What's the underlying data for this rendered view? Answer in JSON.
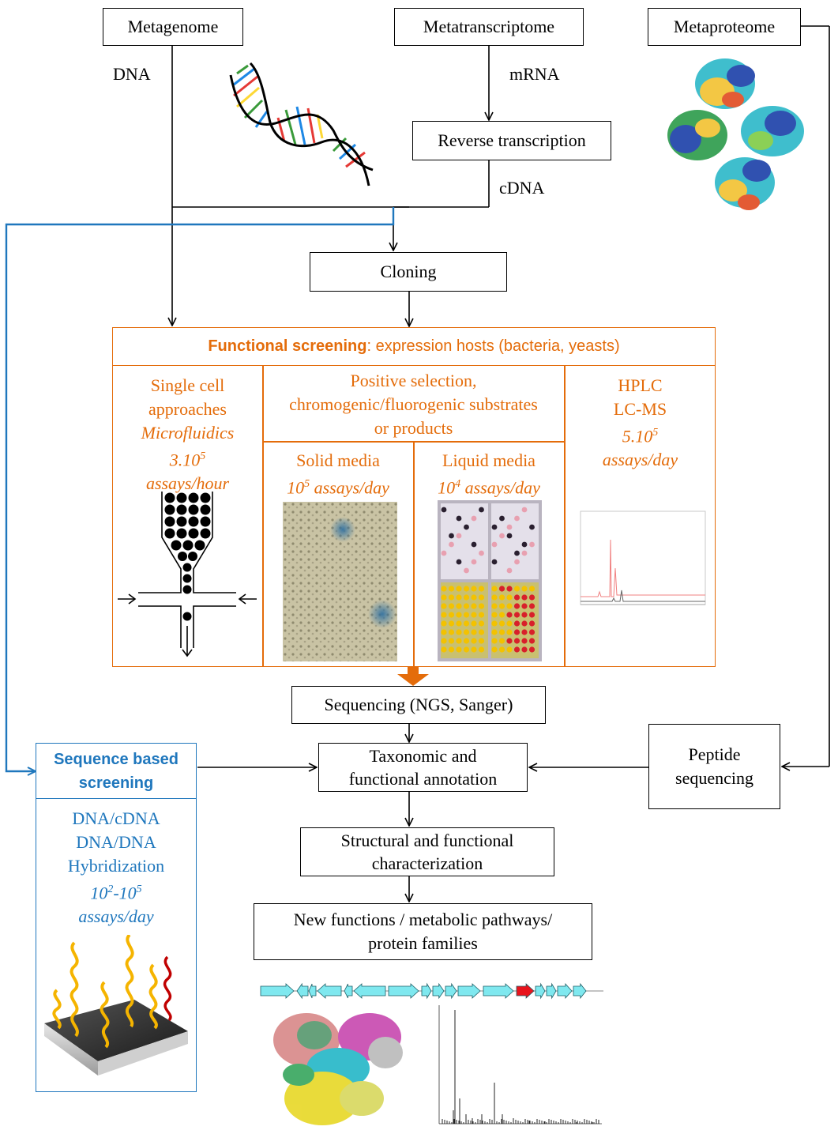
{
  "nodes": {
    "metagenome": "Metagenome",
    "metatranscriptome": "Metatranscriptome",
    "metaproteome": "Metaproteome",
    "reverse_transcription": "Reverse transcription",
    "cloning": "Cloning",
    "sequencing": "Sequencing (NGS, Sanger)",
    "annotation": [
      "Taxonomic and",
      "functional annotation"
    ],
    "peptide": [
      "Peptide",
      "sequencing"
    ],
    "characterization": [
      "Structural and functional",
      "characterization"
    ],
    "new_functions": [
      "New functions / metabolic pathways/",
      "protein families"
    ]
  },
  "edge_labels": {
    "dna": "DNA",
    "mrna": "mRNA",
    "cdna": "cDNA"
  },
  "functional_screening": {
    "title_bold": "Functional  screening",
    "title_rest": ": expression hosts (bacteria, yeasts)",
    "single_cell": {
      "lines": [
        "Single cell",
        "approaches"
      ],
      "method": "Microfluidics",
      "rate_base": "3.10",
      "rate_exp": "5",
      "rate_unit": "assays/hour"
    },
    "positive_selection": [
      "Positive selection,",
      "chromogenic/fluorogenic substrates",
      "or products"
    ],
    "solid": {
      "label": "Solid media",
      "rate_base": "10",
      "rate_exp": "5",
      "rate_unit": " assays/day"
    },
    "liquid": {
      "label": "Liquid media",
      "rate_base": "10",
      "rate_exp": "4",
      "rate_unit": " assays/day"
    },
    "hplc": {
      "lines": [
        "HPLC",
        "LC-MS"
      ],
      "rate_base": "5.10",
      "rate_exp": "5",
      "rate_unit": "assays/day"
    }
  },
  "sequence_screening": {
    "title": [
      "Sequence based",
      "screening"
    ],
    "lines": [
      "DNA/cDNA",
      "DNA/DNA",
      "Hybridization"
    ],
    "rate_a": "10",
    "rate_a_exp": "2",
    "rate_sep": "-10",
    "rate_b_exp": "5",
    "rate_unit": "assays/day"
  },
  "colors": {
    "orange": "#e46c0a",
    "blue": "#1f77bd",
    "cyan_arrow": "#7fe8ef",
    "red_arrow": "#e8141c"
  }
}
